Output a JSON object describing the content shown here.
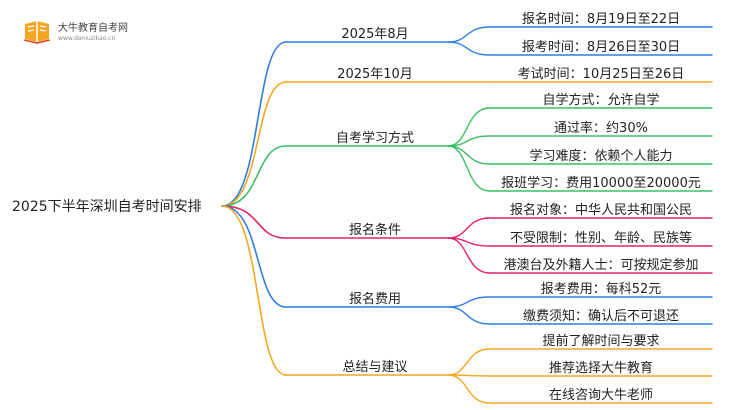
{
  "logo": {
    "title": "大牛教育自考网",
    "url": "www.daniuzikao.cn",
    "icon": "book-icon",
    "colors": {
      "primary": "#f5a623",
      "secondary": "#e04a2f"
    }
  },
  "root": {
    "label": "2025下半年深圳自考时间安排"
  },
  "colors": {
    "blue": "#2f7fe0",
    "orange": "#f5a623",
    "green": "#3dbd68",
    "pink": "#e5226e",
    "text": "#222222"
  },
  "branches": [
    {
      "label": "2025年8月",
      "color": "blue",
      "leaves": [
        "报名时间：8月19日至22日",
        "报考时间：8月26日至30日"
      ]
    },
    {
      "label": "2025年10月",
      "color": "orange",
      "leaves": [
        "考试时间：10月25日至26日"
      ]
    },
    {
      "label": "自考学习方式",
      "color": "green",
      "leaves": [
        "自学方式：允许自学",
        "通过率：约30%",
        "学习难度：依赖个人能力",
        "报班学习：费用10000至20000元"
      ]
    },
    {
      "label": "报名条件",
      "color": "pink",
      "leaves": [
        "报名对象：中华人民共和国公民",
        "不受限制：性别、年龄、民族等",
        "港澳台及外籍人士：可按规定参加"
      ]
    },
    {
      "label": "报名费用",
      "color": "blue",
      "leaves": [
        "报考费用：每科52元",
        "缴费须知：确认后不可退还"
      ]
    },
    {
      "label": "总结与建议",
      "color": "orange",
      "leaves": [
        "提前了解时间与要求",
        "推荐选择大牛教育",
        "在线咨询大牛老师"
      ]
    }
  ]
}
